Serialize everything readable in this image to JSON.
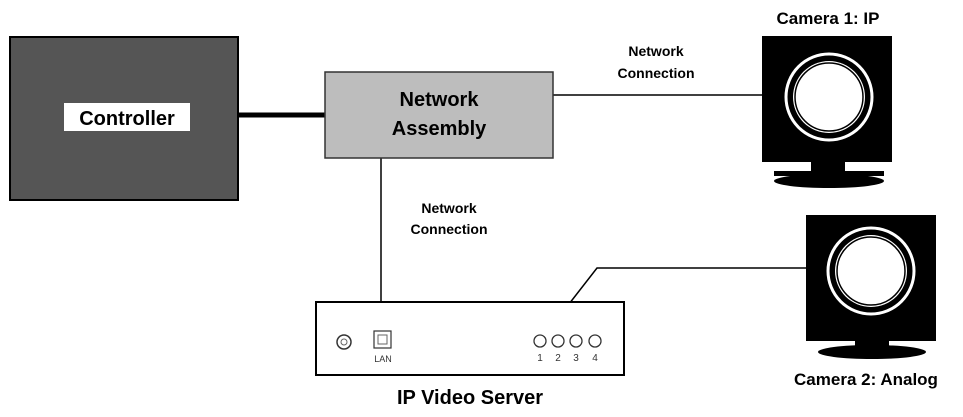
{
  "controller": {
    "label": "Controller"
  },
  "network_assembly": {
    "label_line1": "Network",
    "label_line2": "Assembly"
  },
  "links": {
    "to_camera1": {
      "label_line1": "Network",
      "label_line2": "Connection"
    },
    "to_server": {
      "label_line1": "Network",
      "label_line2": "Connection"
    }
  },
  "camera1": {
    "label": "Camera 1: IP"
  },
  "camera2": {
    "label": "Camera 2: Analog"
  },
  "server": {
    "label": "IP Video Server",
    "lan_label": "LAN",
    "ports": [
      "1",
      "2",
      "3",
      "4"
    ]
  },
  "colors": {
    "controller_fill": "#555555",
    "assembly_fill": "#bdbdbd",
    "camera_fill": "#000000",
    "line": "#000000"
  }
}
